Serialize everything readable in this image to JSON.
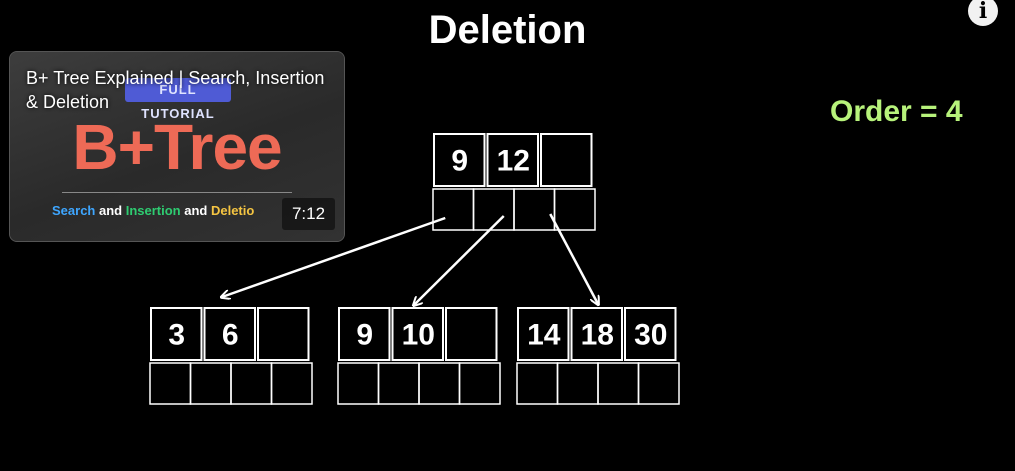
{
  "title": "Deletion",
  "order_label": "Order = 4",
  "info_icon": "i",
  "video_card": {
    "title": "B+ Tree Explained | Search, Insertion & Deletion",
    "duration": "7:12",
    "thumb_badge": "FULL TUTORIAL",
    "thumb_big": "B+Tree",
    "thumb_sub": [
      "Search",
      " and ",
      "Insertion",
      " and ",
      "Deletio"
    ],
    "thumb_sub_colors": [
      "#3ea6ff",
      "#ffffff",
      "#2ecc71",
      "#ffffff",
      "#f5c542"
    ]
  },
  "tree": {
    "root": [
      "9",
      "12",
      ""
    ],
    "children": [
      [
        "3",
        "6",
        ""
      ],
      [
        "9",
        "10",
        ""
      ],
      [
        "14",
        "18",
        "30"
      ]
    ]
  }
}
